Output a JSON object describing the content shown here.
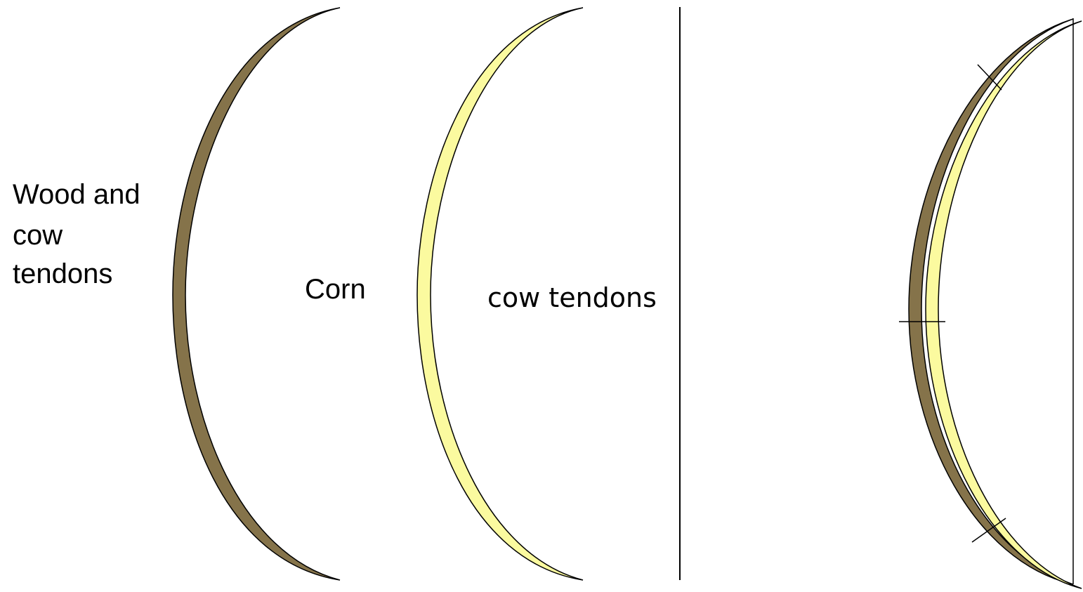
{
  "labels": {
    "wood_line1": "Wood and",
    "wood_line2": "cow",
    "wood_line3": "tendons",
    "corn": "Corn",
    "cow_tendons": "cow tendons"
  },
  "colors": {
    "wood": "#85734a",
    "tendon": "#fbfa9f",
    "stroke": "#000000",
    "background": "#ffffff"
  }
}
